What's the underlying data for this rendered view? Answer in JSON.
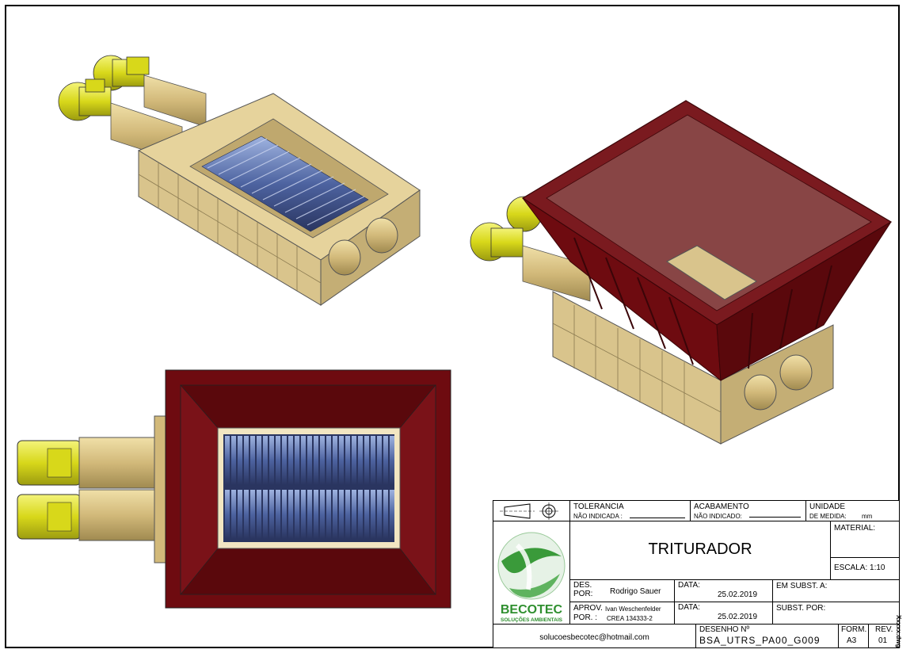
{
  "title_block": {
    "tolerancia_label": "TOLERANCIA",
    "tolerancia_value": "NÃO INDICADA :",
    "acabamento_label": "ACABAMENTO",
    "acabamento_value": "NÃO INDICADO:",
    "unidade_label": "UNIDADE",
    "unidade_sub": "DE MEDIDA:",
    "unidade_value": "mm",
    "material_label": "MATERIAL:",
    "titulo": "TRITURADOR",
    "escala": "ESCALA: 1:10",
    "des_label_1": "DES.",
    "des_label_2": "POR:",
    "des_name": "Rodrigo Sauer",
    "data_label_1": "DATA:",
    "data_value_1": "25.02.2019",
    "em_subst": "EM SUBST. A:",
    "aprov_label": "APROV.",
    "aprov_name": "Ivan Weschenfelder",
    "por_label": "POR. :",
    "crea": "CREA 134333-2",
    "data_label_2": "DATA:",
    "data_value_2": "25.02.2019",
    "subst_por": "SUBST. POR:",
    "desenho_label": "DESENHO Nº",
    "desenho_value": "BSA_UTRS_PA00_G009",
    "form_label": "FORM.",
    "form_value": "A3",
    "rev_label": "REV.",
    "rev_value": "01",
    "email": "solucoesbecotec@hotmail.com",
    "logo_name": "BECOTEC",
    "logo_tagline": "SOLUÇÕES AMBIENTAIS"
  },
  "side_note": "Xxxxx.dwg",
  "colors": {
    "housing": "#d9c48c",
    "hopper": "#6e0b10",
    "motor": "#e6e62a",
    "blades": "#6b82b8",
    "logo_green": "#3a9a3a"
  }
}
